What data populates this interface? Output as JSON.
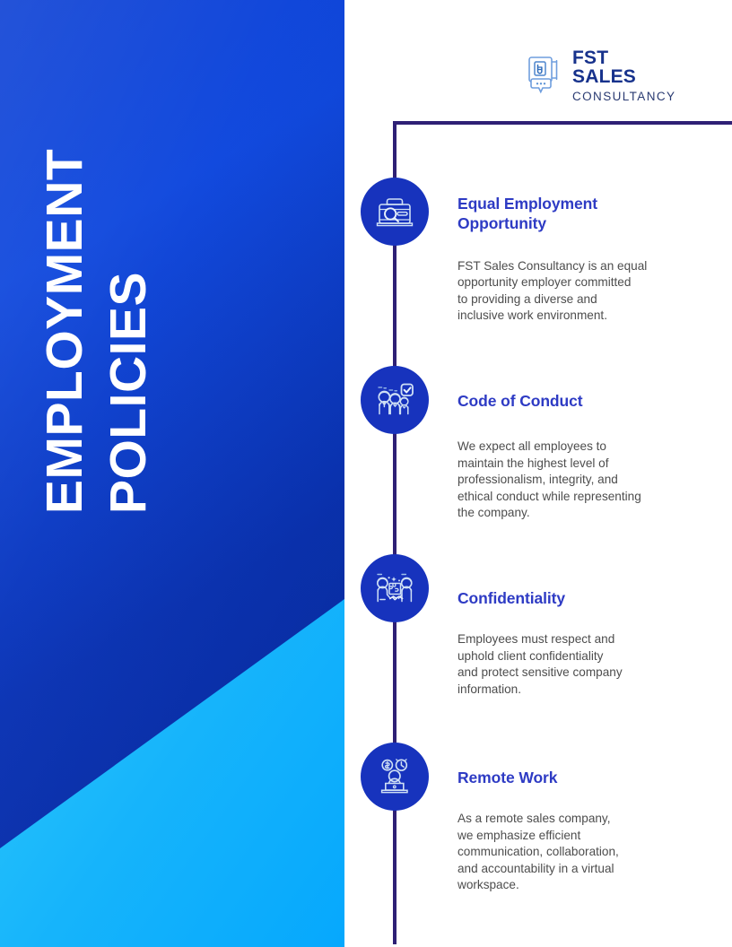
{
  "document": {
    "title_lines": [
      "EMPLOYMENT",
      "POLICIES"
    ]
  },
  "logo": {
    "mark_icon": "hand-holding-phone-chat-icon",
    "title": "FST SALES",
    "subtitle": "CONSULTANCY"
  },
  "colors": {
    "panel_blue_dark": "#0a2ea8",
    "panel_blue_light": "#0d46dd",
    "wedge_cyan": "#3fd9fb",
    "wedge_blue": "#06a8fd",
    "icon_circle": "#1733bd",
    "heading_blue": "#2e3bc4",
    "frame_navy": "#2e2075",
    "logo_navy": "#17328c",
    "body_gray": "#4d4d4d"
  },
  "items": [
    {
      "icon": "briefcase-magnifier-icon",
      "title": "Equal Employment\nOpportunity",
      "description": "FST Sales Consultancy is an equal\nopportunity employer committed\nto providing a diverse and\ninclusive work environment."
    },
    {
      "icon": "three-people-checkmark-icon",
      "title": "Code of Conduct",
      "description": "We expect all employees to\nmaintain the highest level of\nprofessionalism, integrity, and\nethical conduct while representing\nthe company."
    },
    {
      "icon": "two-people-puzzle-handshake-icon",
      "title": "Confidentiality",
      "description": "Employees must respect and\nuphold client confidentiality\nand protect sensitive company\ninformation."
    },
    {
      "icon": "person-laptop-coin-clock-icon",
      "title": "Remote Work",
      "description": "As a remote sales company,\nwe emphasize efficient\ncommunication, collaboration,\nand accountability in a virtual\nworkspace."
    }
  ]
}
